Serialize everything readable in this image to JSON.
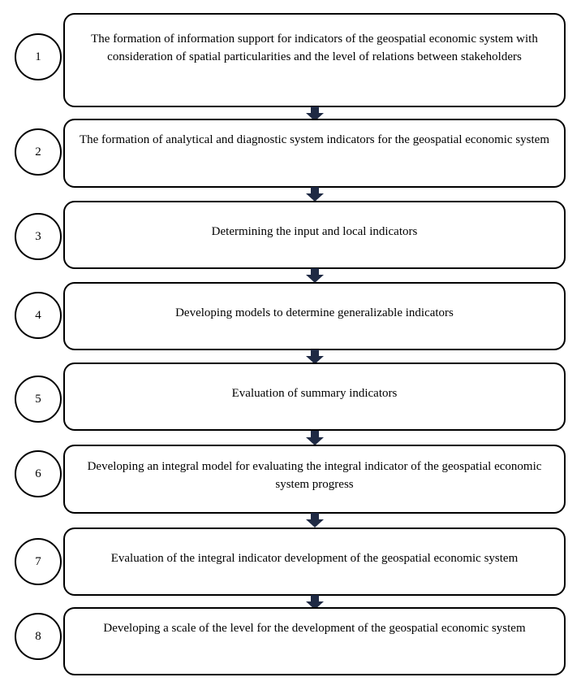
{
  "steps": [
    {
      "number": "1",
      "text": "The formation of information support for indicators of the geospatial economic system with consideration of spatial particularities and the level of relations between stakeholders"
    },
    {
      "number": "2",
      "text": "The formation of analytical and diagnostic system indicators for the geospatial economic system"
    },
    {
      "number": "3",
      "text": "Determining the input and local indicators"
    },
    {
      "number": "4",
      "text": "Developing models to determine generalizable indicators"
    },
    {
      "number": "5",
      "text": "Evaluation of summary indicators"
    },
    {
      "number": "6",
      "text": "Developing an integral model for evaluating the integral indicator of the geospatial economic system progress"
    },
    {
      "number": "7",
      "text": "Evaluation of the integral indicator development of the geospatial economic system"
    },
    {
      "number": "8",
      "text": "Developing a scale of the level for the development of the geospatial economic system"
    }
  ],
  "colors": {
    "border": "#000000",
    "arrow_fill": "#1f2a44",
    "background": "#ffffff"
  }
}
